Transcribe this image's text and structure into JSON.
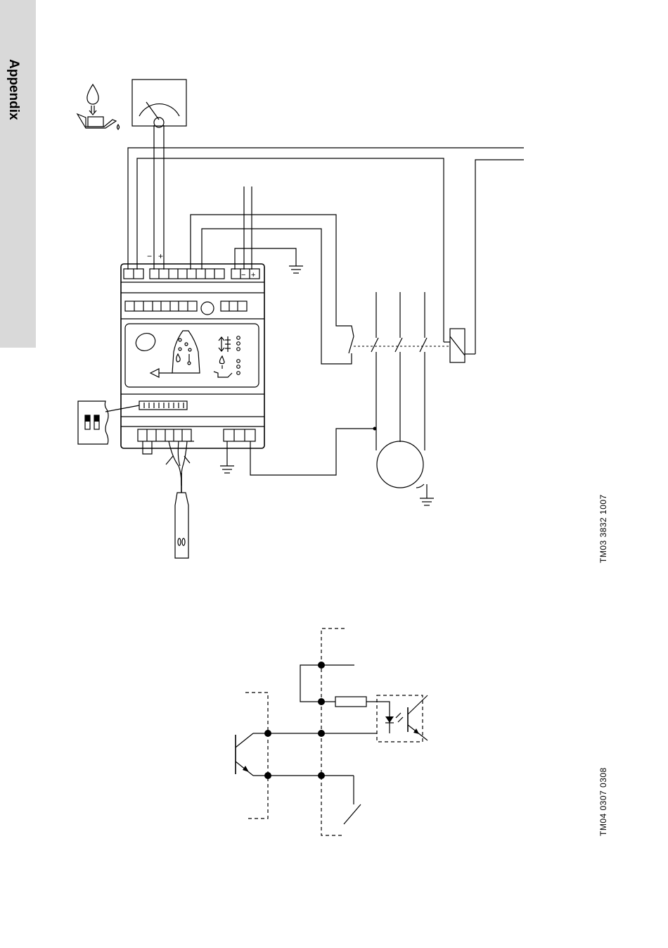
{
  "sidebar": {
    "section_label": "Appendix"
  },
  "figures": [
    {
      "code": "TM03 3832 1007"
    },
    {
      "code": "TM04 0307 0308"
    }
  ],
  "terminal_marks": {
    "minus": "−",
    "plus": "+"
  },
  "icons": [
    "oil-can-drop-icon",
    "level-meter-icon",
    "pump-motor-icon",
    "ground-icon",
    "sensor-probe-icon",
    "dip-switch-icon",
    "relay-coil-icon",
    "optocoupler-icon"
  ]
}
